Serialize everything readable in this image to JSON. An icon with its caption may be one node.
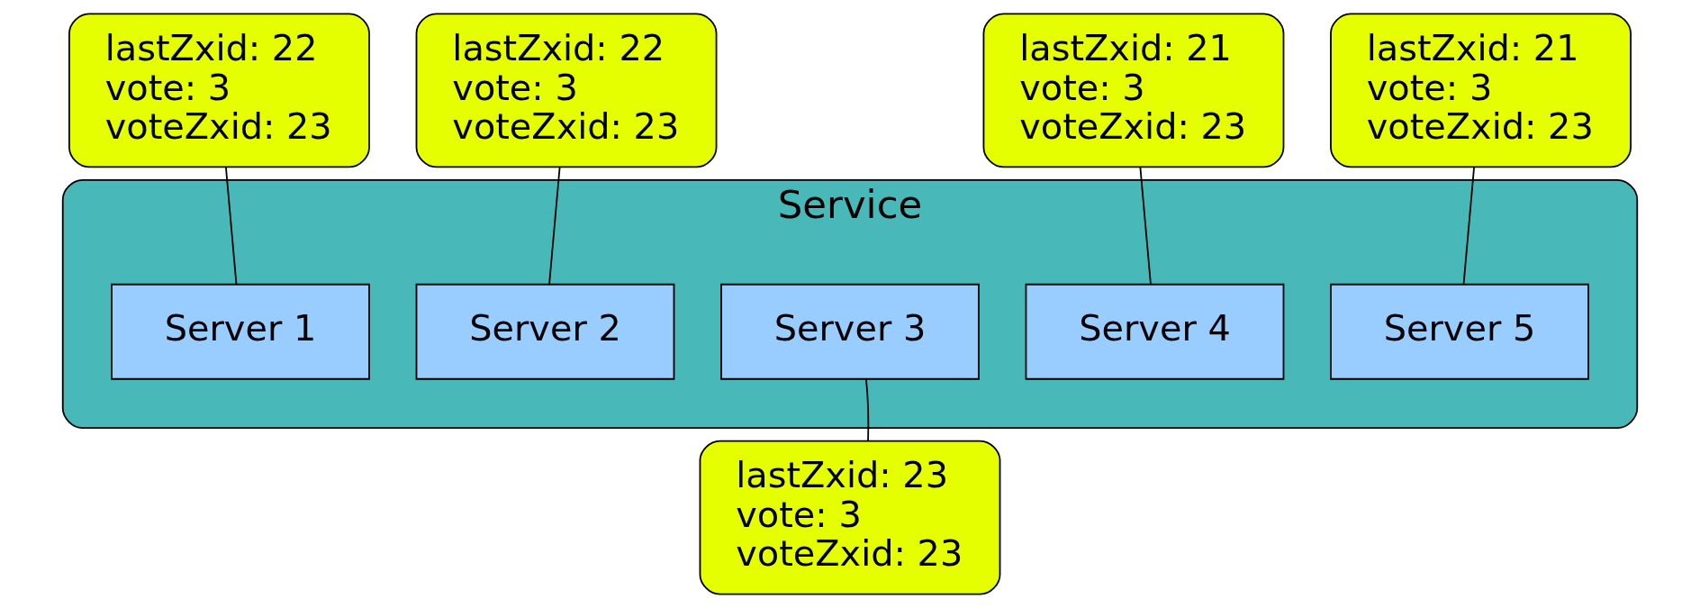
{
  "diagram": {
    "nodes": [
      {
        "text": [
          "Service"
        ]
      },
      {
        "text": [
          "Server 1"
        ],
        "in": 0
      },
      {
        "text": [
          "Server 2"
        ],
        "in": 0
      },
      {
        "text": [
          "Server 3"
        ],
        "in": 0
      },
      {
        "text": [
          "Server 4"
        ],
        "in": 0
      },
      {
        "text": [
          "Server 5"
        ],
        "in": 0
      },
      {
        "text": [
          "lastZxid: 22 vote: 3 voteZxid: 23"
        ]
      },
      {
        "text": [
          "lastZxid: 22 vote: 3 voteZxid: 23"
        ]
      },
      {
        "text": [
          "lastZxid: 21 vote: 3 voteZxid: 23"
        ]
      },
      {
        "text": [
          "lastZxid: 21 vote: 3 voteZxid: 23"
        ]
      },
      {
        "text": [
          "lastZxid: 23 vote: 3 voteZxid: 23"
        ]
      }
    ],
    "edges": [
      {
        "from": 6,
        "to": 1,
        "arrow": "none"
      },
      {
        "from": 7,
        "to": 2,
        "arrow": "none"
      },
      {
        "from": 10,
        "to": 3,
        "arrow": "none"
      },
      {
        "from": 8,
        "to": 4,
        "arrow": "none"
      },
      {
        "from": 9,
        "to": 5,
        "arrow": "none"
      }
    ]
  }
}
